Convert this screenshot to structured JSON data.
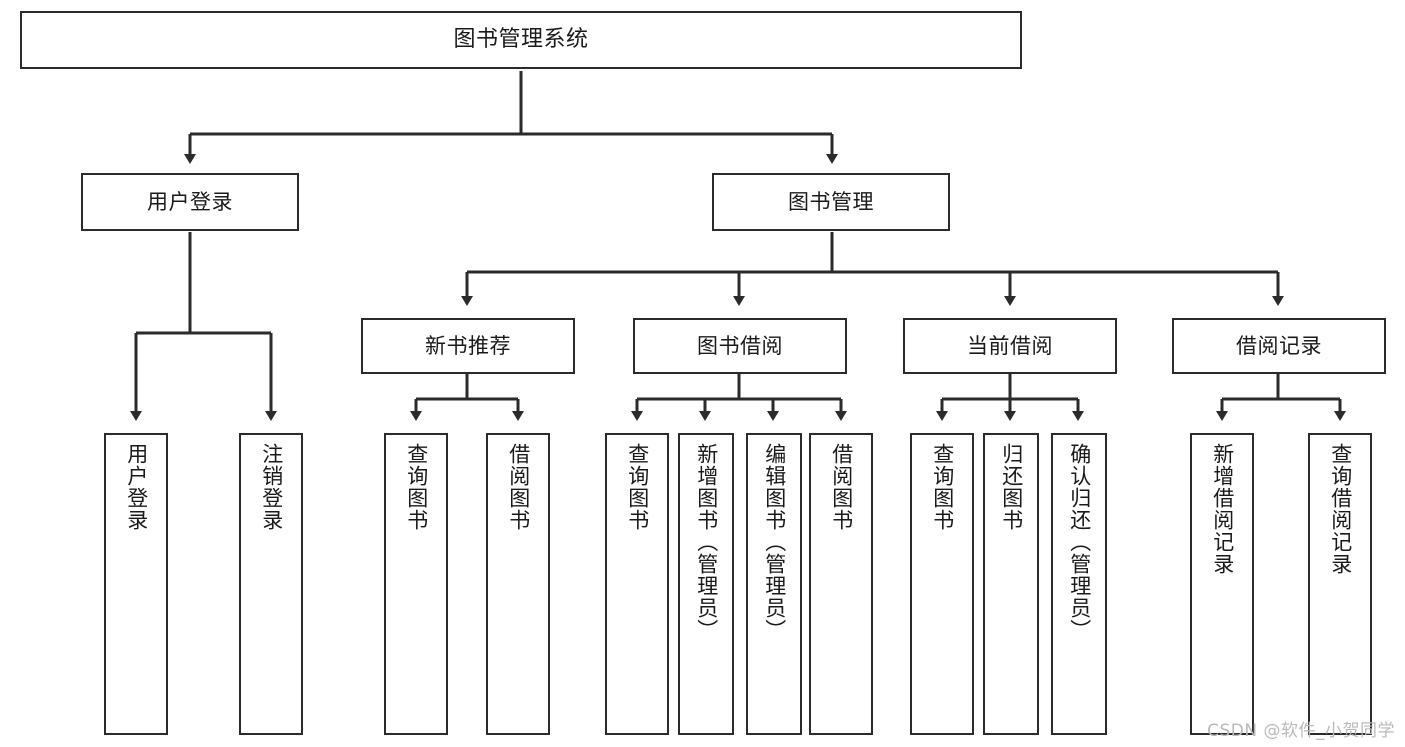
{
  "diagram": {
    "type": "tree-hierarchy-chart",
    "title": "图书管理系统",
    "watermark": "CSDN @软件_小贺同学",
    "colors": {
      "box_border": "#2b2b2b",
      "box_fill": "#ffffff",
      "connector": "#2b2b2b",
      "text": "#1a1a1a",
      "watermark": "#b9b9b9",
      "background": "#ffffff"
    },
    "nodes": {
      "root": {
        "label": "图书管理系统"
      },
      "level1": [
        {
          "label": "用户登录"
        },
        {
          "label": "图书管理"
        }
      ],
      "level2": [
        {
          "label": "新书推荐"
        },
        {
          "label": "图书借阅"
        },
        {
          "label": "当前借阅"
        },
        {
          "label": "借阅记录"
        }
      ],
      "leaves": {
        "user_login": [
          {
            "label": "用户登录"
          },
          {
            "label": "注销登录"
          }
        ],
        "new_book_recommend": [
          {
            "label": "查询图书"
          },
          {
            "label": "借阅图书"
          }
        ],
        "book_borrow": [
          {
            "label": "查询图书"
          },
          {
            "label": "新增图书（管理员）"
          },
          {
            "label": "编辑图书（管理员）"
          },
          {
            "label": "借阅图书"
          }
        ],
        "current_borrow": [
          {
            "label": "查询图书"
          },
          {
            "label": "归还图书"
          },
          {
            "label": "确认归还（管理员）"
          }
        ],
        "borrow_record": [
          {
            "label": "新增借阅记录"
          },
          {
            "label": "查询借阅记录"
          }
        ]
      }
    }
  }
}
